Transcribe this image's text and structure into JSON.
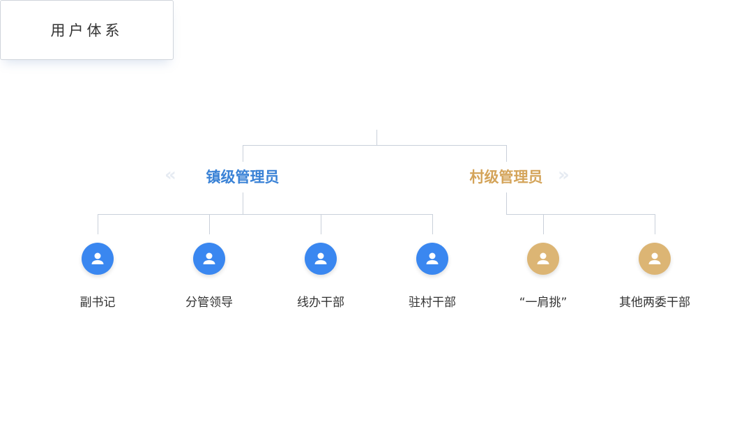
{
  "root": {
    "label": "用户体系"
  },
  "groups": [
    {
      "label": "镇级管理员",
      "chevron": "«",
      "color": "#3a82d6"
    },
    {
      "label": "村级管理员",
      "chevron": "»",
      "color": "#d4a45a"
    }
  ],
  "nodes": [
    {
      "label": "副书记",
      "group": 0
    },
    {
      "label": "分管领导",
      "group": 0
    },
    {
      "label": "线办干部",
      "group": 0
    },
    {
      "label": "驻村干部",
      "group": 0
    },
    {
      "label": "“一肩挑”",
      "group": 1
    },
    {
      "label": "其他两委干部",
      "group": 1
    }
  ],
  "colors": {
    "town": "#3a87f0",
    "village": "#dcb574",
    "line": "#c9d0da"
  }
}
